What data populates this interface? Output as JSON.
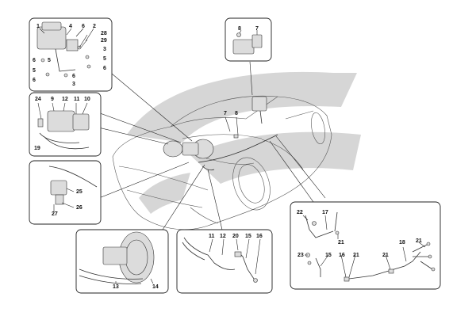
{
  "diagram": {
    "colors": {
      "swoosh": "#d6d6d6",
      "line": "#222222",
      "part": "#dcdcdc"
    },
    "panels": {
      "abs_unit": {
        "labels": [
          "1",
          "4",
          "6",
          "2",
          "28",
          "29",
          "3",
          "5",
          "6",
          "6",
          "5",
          "6",
          "3",
          "6",
          "5"
        ]
      },
      "sensor": {
        "labels": [
          "8",
          "7"
        ]
      },
      "pump_unit": {
        "labels": [
          "24",
          "9",
          "12",
          "11",
          "10",
          "19"
        ]
      },
      "bracket": {
        "labels": [
          "25",
          "26",
          "27"
        ]
      },
      "booster": {
        "labels": [
          "13",
          "14"
        ]
      },
      "lines_front": {
        "labels": [
          "11",
          "12",
          "20",
          "15",
          "16"
        ]
      },
      "lines_rear": {
        "labels": [
          "22",
          "17",
          "21",
          "23",
          "15",
          "16",
          "21",
          "21",
          "18",
          "21"
        ]
      }
    },
    "car_labels": [
      "7",
      "8"
    ]
  }
}
